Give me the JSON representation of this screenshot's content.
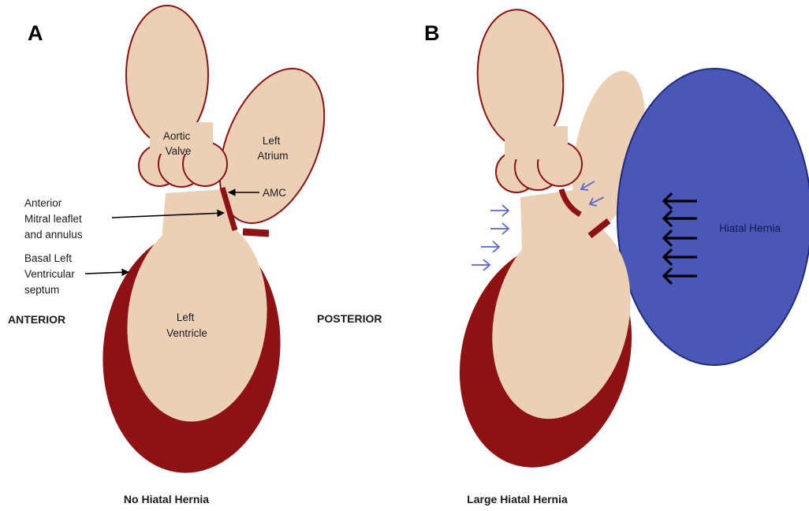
{
  "colors": {
    "tissue": "#ecd0b5",
    "muscle": "#8e1214",
    "outline": "#8e1214",
    "hernia": "#4a57b6",
    "hernia_outline": "#1e2a7a",
    "small_arrow": "#5a68c8",
    "arrow": "#000000"
  },
  "panel_a": {
    "letter": "A",
    "aortic_valve": [
      "Aortic",
      "Valve"
    ],
    "left_atrium": [
      "Left",
      "Atrium"
    ],
    "amc": "AMC",
    "anterior_mitral": [
      "Anterior",
      "Mitral leaflet",
      "and annulus"
    ],
    "basal_septum": [
      "Basal Left",
      "Ventricular",
      "septum"
    ],
    "anterior": "ANTERIOR",
    "posterior": "POSTERIOR",
    "left_ventricle": [
      "Left",
      "Ventricle"
    ],
    "caption": "No Hiatal Hernia"
  },
  "panel_b": {
    "letter": "B",
    "hiatal_hernia": "Hiatal Hernia",
    "caption": "Large Hiatal Hernia"
  }
}
